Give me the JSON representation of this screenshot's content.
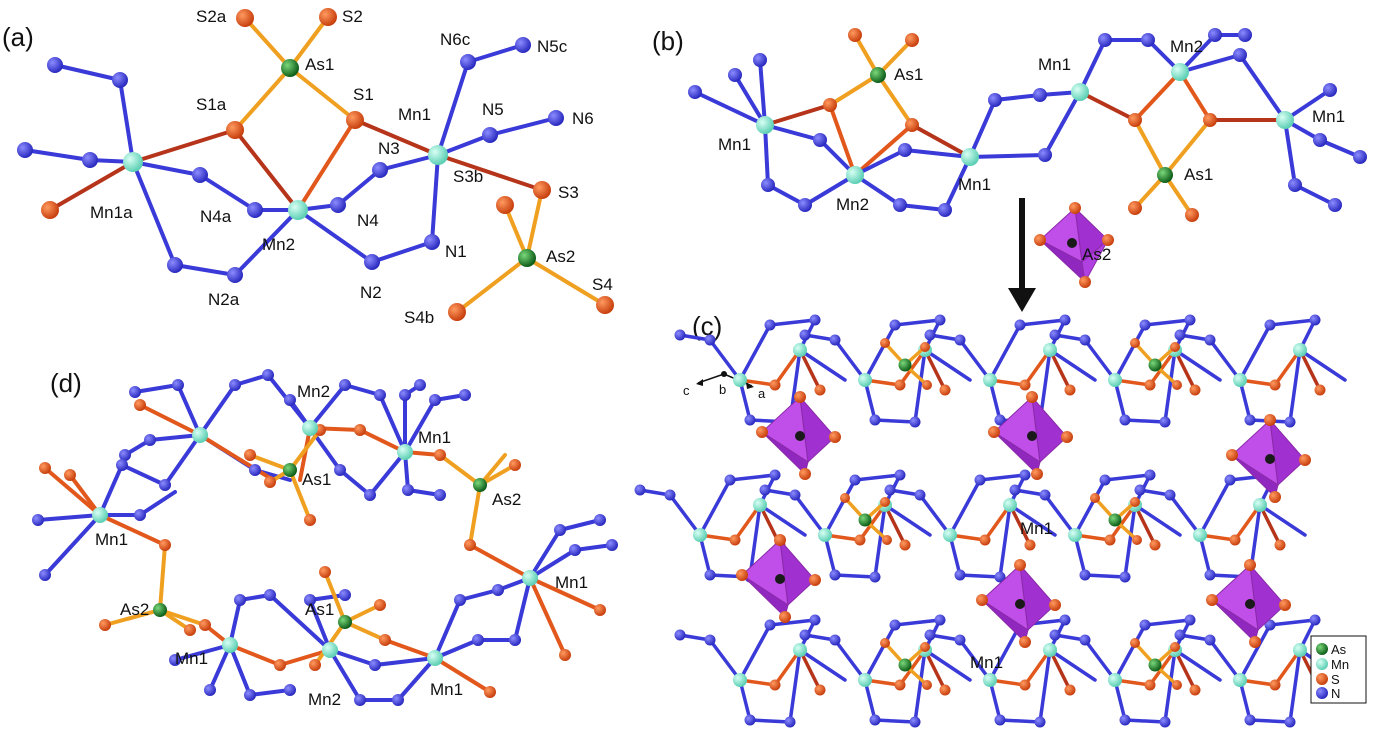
{
  "colors": {
    "arsenic": "#1f8a2e",
    "manganese": "#7fe8d0",
    "sulfur": "#e2581c",
    "nitrogen": "#3a3ad8",
    "as_s_bond": "#f0a020",
    "mn_s_bond": "#b5341a",
    "polyhedron": "#b040e0"
  },
  "panels": {
    "a": "(a)",
    "b": "(b)",
    "c": "(c)",
    "d": "(d)"
  },
  "labels_a": {
    "S2a": "S2a",
    "S2": "S2",
    "As1": "As1",
    "N6c": "N6c",
    "N5c": "N5c",
    "S1a": "S1a",
    "S1": "S1",
    "Mn1": "Mn1",
    "N5": "N5",
    "N6": "N6",
    "N3": "N3",
    "S3b": "S3b",
    "S3": "S3",
    "Mn1a": "Mn1a",
    "N4a": "N4a",
    "N4": "N4",
    "Mn2": "Mn2",
    "N1": "N1",
    "As2": "As2",
    "N2a": "N2a",
    "N2": "N2",
    "S4b": "S4b",
    "S4": "S4"
  },
  "labels_b": {
    "As1_top": "As1",
    "Mn1_left": "Mn1",
    "Mn2_left": "Mn2",
    "Mn1_mid": "Mn1",
    "Mn1_top": "Mn1",
    "Mn2_right": "Mn2",
    "Mn1_right": "Mn1",
    "As1_right": "As1",
    "As2_poly": "As2"
  },
  "labels_c": {
    "axis_c": "c",
    "axis_b": "b",
    "axis_a": "a",
    "Mn1_mid": "Mn1",
    "Mn1_bottom": "Mn1"
  },
  "labels_d": {
    "Mn2_top": "Mn2",
    "Mn1_top": "Mn1",
    "As1_top": "As1",
    "As2_right": "As2",
    "Mn1_left": "Mn1",
    "Mn1_right": "Mn1",
    "As2_left": "As2",
    "As1_bottom": "As1",
    "Mn1_bl": "Mn1",
    "Mn2_bottom": "Mn2",
    "Mn1_br": "Mn1"
  },
  "legend": {
    "as": "As",
    "mn": "Mn",
    "s": "S",
    "n": "N"
  }
}
